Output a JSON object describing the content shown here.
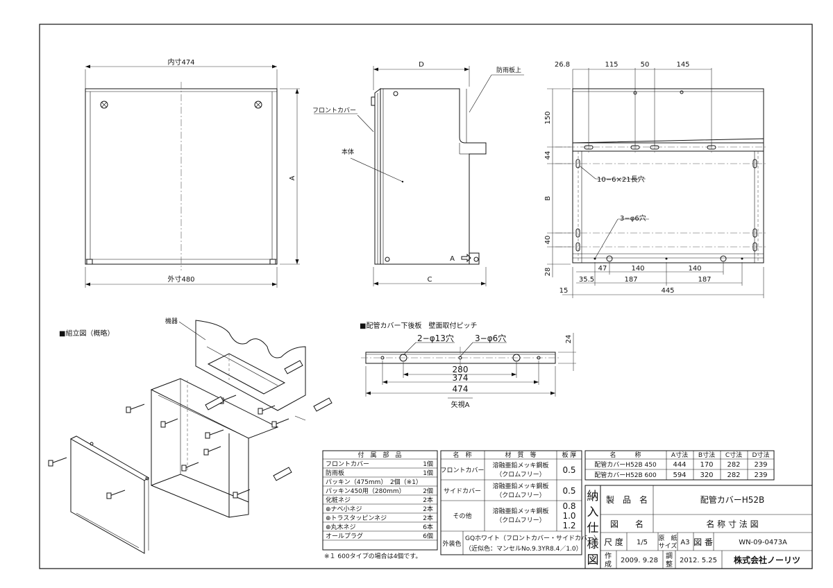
{
  "front_view": {
    "inner_width": "内寸474",
    "outer_width": "外寸480",
    "height_dim": "A"
  },
  "side_view": {
    "depth_top": "D",
    "depth_bottom": "C",
    "label_front_cover": "フロントカバー",
    "label_rain_guard": "防雨板上",
    "label_body": "本体",
    "arrow_label": "A"
  },
  "back_view": {
    "top_dims": [
      "26.8",
      "115",
      "50",
      "145"
    ],
    "left_dims": [
      "150",
      "44",
      "B",
      "40",
      "28"
    ],
    "hole_note_1": "10−6×21長穴",
    "hole_note_2": "3−φ6穴",
    "bottom_dims_1": [
      "47",
      "140",
      "140"
    ],
    "bottom_dims_2": [
      "35.5",
      "187",
      "187"
    ],
    "bottom_dims_3": [
      "15",
      "445"
    ]
  },
  "wall_plate": {
    "title": "■配管カバー下後板　壁面取付ピッチ",
    "hole_note_1": "2−φ13穴",
    "hole_note_2": "3−φ6穴",
    "height": "24",
    "dims": [
      "280",
      "374",
      "474"
    ],
    "view_label": "矢視A"
  },
  "assembly": {
    "title": "■組立図（概略）",
    "equipment_label": "機器"
  },
  "accessories": {
    "header": "付　属　部　品",
    "rows": [
      {
        "name": "フロントカバー",
        "qty": "1個"
      },
      {
        "name": "防雨板",
        "qty": "1個"
      },
      {
        "name": "パッキン（475mm）　2個（※1）",
        "qty": ""
      },
      {
        "name": "パッキン450用（280mm）",
        "qty": "2個"
      },
      {
        "name": "化粧ネジ",
        "qty": "2本"
      },
      {
        "name": "⊕ナベ小ネジ",
        "qty": "2本"
      },
      {
        "name": "⊕トラスタッピンネジ",
        "qty": "2本"
      },
      {
        "name": "⊕丸木ネジ",
        "qty": "6本"
      },
      {
        "name": "オールプラグ",
        "qty": "6個"
      }
    ],
    "footnote": "※１ 600タイプの場合は4個です。"
  },
  "materials": {
    "headers": [
      "名　称",
      "材　質　等",
      "板 厚"
    ],
    "rows": [
      {
        "name": "フロントカバー",
        "material_1": "溶融亜鉛メッキ鋼板",
        "material_2": "（クロムフリー）",
        "thickness": [
          "0.5"
        ]
      },
      {
        "name": "サイドカバー",
        "material_1": "溶融亜鉛メッキ鋼板",
        "material_2": "（クロムフリー）",
        "thickness": [
          "0.5"
        ]
      },
      {
        "name": "その他",
        "material_1": "溶融亜鉛メッキ鋼板",
        "material_2": "（クロムフリー）",
        "thickness": [
          "0.8",
          "1.0",
          "1.2"
        ]
      }
    ],
    "color_label": "外装色",
    "color_1": "GQホワイト（フロントカバー・サイドカバー）",
    "color_2": "（近似色：マンセルNo.9.3YR8.4／1.0）"
  },
  "sizes": {
    "headers": [
      "名　　　称",
      "A寸法",
      "B寸法",
      "C寸法",
      "D寸法"
    ],
    "rows": [
      [
        "配管カバーH52B 450",
        "444",
        "170",
        "282",
        "239"
      ],
      [
        "配管カバーH52B 600",
        "594",
        "320",
        "282",
        "239"
      ]
    ]
  },
  "title_block": {
    "side_chars": [
      "納",
      "入",
      "仕",
      "様",
      "図"
    ],
    "product_label": "製　品　名",
    "product_value": "配管カバーH52B",
    "drawing_label": "図　　名",
    "drawing_value": "名 称 寸 法 図",
    "scale_label": "尺 度",
    "scale_value": "1/5",
    "paper_label_1": "原　紙",
    "paper_label_2": "サイズ",
    "paper_value": "A3",
    "number_label": "図 番",
    "number_value": "WN-09-0473A",
    "created_label_1": "作",
    "created_label_2": "成",
    "created_value": "2009. 9.28",
    "adjusted_label_1": "調",
    "adjusted_label_2": "整",
    "adjusted_value": "2012. 5.25",
    "company": "株式会社ノーリツ"
  }
}
